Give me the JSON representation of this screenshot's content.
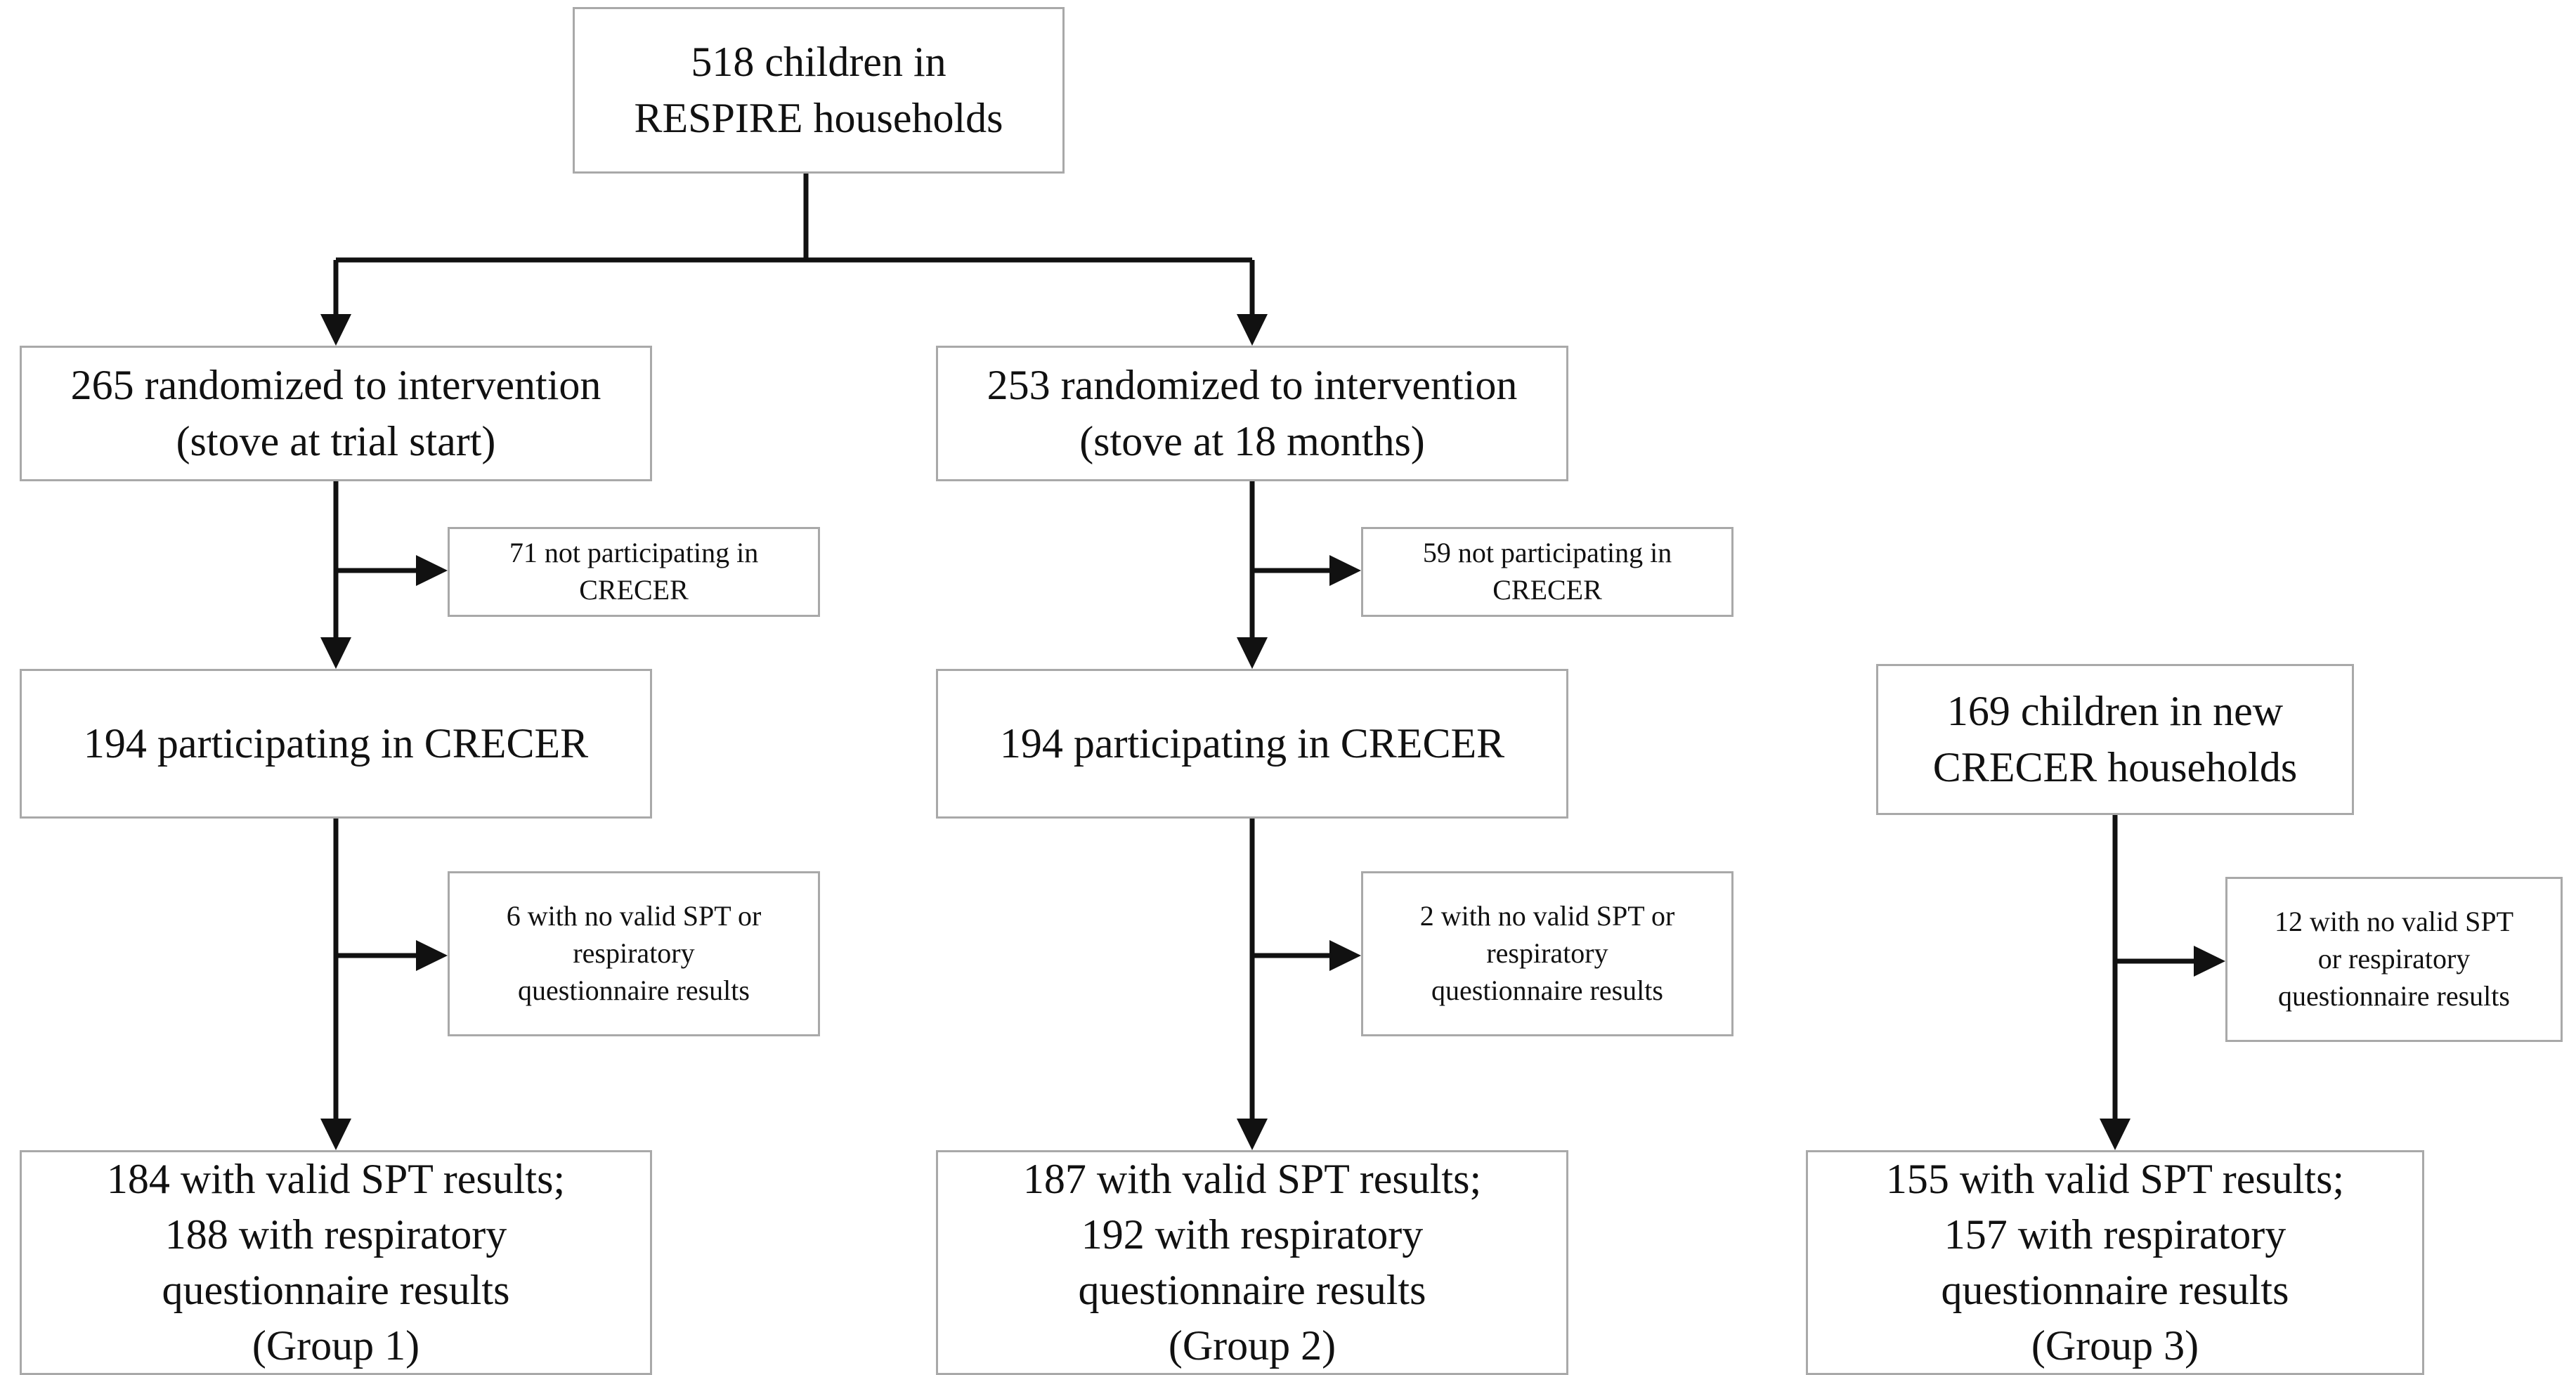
{
  "diagram": {
    "title": "CRECER study participant flow diagram",
    "type": "flowchart",
    "line_color": "#111111",
    "box_border_color": "#a9a9a9",
    "background_color": "#ffffff"
  },
  "nodes": {
    "root": {
      "id": "root",
      "text": "518 children in\nRESPIRE households",
      "count": 518
    },
    "arm1_randomized": {
      "id": "arm1-randomized",
      "text": "265 randomized to intervention\n(stove at trial start)",
      "count": 265
    },
    "arm2_randomized": {
      "id": "arm2-randomized",
      "text": "253 randomized to intervention\n(stove at 18 months)",
      "count": 253
    },
    "arm1_excluded_crecer": {
      "id": "arm1-excluded-crecer",
      "text": "71 not participating in\nCRECER",
      "count": 71
    },
    "arm2_excluded_crecer": {
      "id": "arm2-excluded-crecer",
      "text": "59 not participating in\nCRECER",
      "count": 59
    },
    "arm1_participating": {
      "id": "arm1-participating",
      "text": "194 participating in CRECER",
      "count": 194
    },
    "arm2_participating": {
      "id": "arm2-participating",
      "text": "194 participating in CRECER",
      "count": 194
    },
    "arm3_new_households": {
      "id": "arm3-new-households",
      "text": "169 children in new\nCRECER households",
      "count": 169
    },
    "arm1_excluded_spt": {
      "id": "arm1-excluded-spt",
      "text": "6 with no valid SPT or\nrespiratory\nquestionnaire results",
      "count": 6
    },
    "arm2_excluded_spt": {
      "id": "arm2-excluded-spt",
      "text": "2 with no valid SPT or\nrespiratory\nquestionnaire results",
      "count": 2
    },
    "arm3_excluded_spt": {
      "id": "arm3-excluded-spt",
      "text": "12 with no valid SPT\nor respiratory\nquestionnaire results",
      "count": 12
    },
    "group1": {
      "id": "group-1",
      "text": "184 with valid SPT results;\n188 with respiratory\nquestionnaire results\n(Group 1)",
      "spt_count": 184,
      "questionnaire_count": 188,
      "group_label": "Group 1"
    },
    "group2": {
      "id": "group-2",
      "text": "187 with valid SPT results;\n192 with respiratory\nquestionnaire results\n(Group 2)",
      "spt_count": 187,
      "questionnaire_count": 192,
      "group_label": "Group 2"
    },
    "group3": {
      "id": "group-3",
      "text": "155 with valid SPT results;\n157 with respiratory\nquestionnaire results\n(Group 3)",
      "spt_count": 155,
      "questionnaire_count": 157,
      "group_label": "Group 3"
    }
  }
}
